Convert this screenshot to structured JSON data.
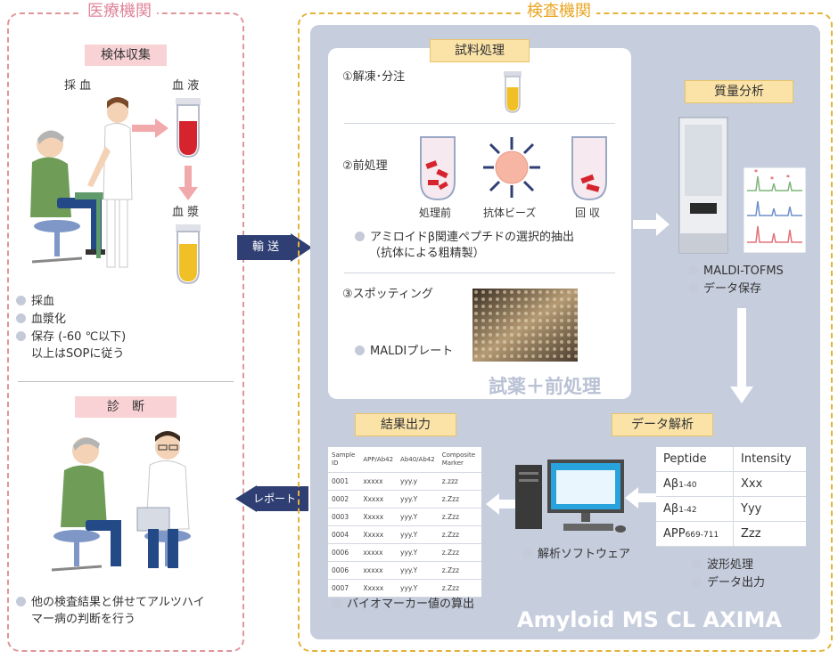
{
  "medical": {
    "title": "医療機関",
    "collection_label": "検体収集",
    "blood_draw_label": "採 血",
    "blood_label": "血 液",
    "plasma_label": "血 漿",
    "bullets": [
      "採血",
      "血漿化",
      "保存 (-60 ℃以下)",
      "以上はSOPに従う"
    ],
    "diagnosis_label": "診　断",
    "diagnosis_note_line1": "他の検査結果と併せてアルツハイ",
    "diagnosis_note_line2": "マー病の判断を行う"
  },
  "transport_label": "輸 送",
  "report_label": "レポート",
  "lab": {
    "title": "検査機関",
    "sample_prep": {
      "label": "試料処理",
      "step1": "①解凍･分注",
      "step2": "②前処理",
      "before_label": "処理前",
      "beads_label": "抗体ビーズ",
      "recovery_label": "回 収",
      "extraction_line1": "アミロイドβ関連ペプチドの選択的抽出",
      "extraction_line2": "（抗体による粗精製）",
      "step3": "③スポッティング",
      "plate_label": "MALDIプレート",
      "footer": "試薬＋前処理"
    },
    "mass": {
      "label": "質量分析",
      "bullet1": "MALDI-TOFMS",
      "bullet2": "データ保存"
    },
    "analysis": {
      "label": "データ解析",
      "col_headers": [
        "Peptide",
        "Intensity"
      ],
      "rows": [
        {
          "peptide": "Aβ",
          "sub": "1-40",
          "value": "Xxx"
        },
        {
          "peptide": "Aβ",
          "sub": "1-42",
          "value": "Yyy"
        },
        {
          "peptide": "APP",
          "sub": "669-711",
          "value": "Zzz"
        }
      ],
      "bullet1": "波形処理",
      "bullet2": "データ出力"
    },
    "software_label": "解析ソフトウェア",
    "results": {
      "label": "結果出力",
      "headers": [
        "Sample ID",
        "APP/Ab42",
        "Ab40/Ab42",
        "Composite Marker"
      ],
      "rows": [
        [
          "0001",
          "xxxxx",
          "yyy.y",
          "z.zzz"
        ],
        [
          "0002",
          "Xxxxx",
          "yyy.Y",
          "z.Zzz"
        ],
        [
          "0003",
          "Xxxxx",
          "yyy.Y",
          "z.Zzz"
        ],
        [
          "0004",
          "Xxxxx",
          "yyy.Y",
          "z.Zzz"
        ],
        [
          "0006",
          "xxxxx",
          "yyy.Y",
          "z.Zzz"
        ],
        [
          "0006",
          "xxxxx",
          "yyy.Y",
          "z.Zzz"
        ],
        [
          "0007",
          "Xxxxx",
          "yyy.Y",
          "z.Zzz"
        ]
      ],
      "bullet": "バイオマーカー値の算出"
    },
    "brand": "Amyloid MS CL AXIMA"
  },
  "colors": {
    "left_border": "#e0949c",
    "right_border": "#e5b23a",
    "navy_arrow": "#2f3f73",
    "pink_arrow": "#f2a9ab",
    "gray_panel": "#c6cddd"
  }
}
